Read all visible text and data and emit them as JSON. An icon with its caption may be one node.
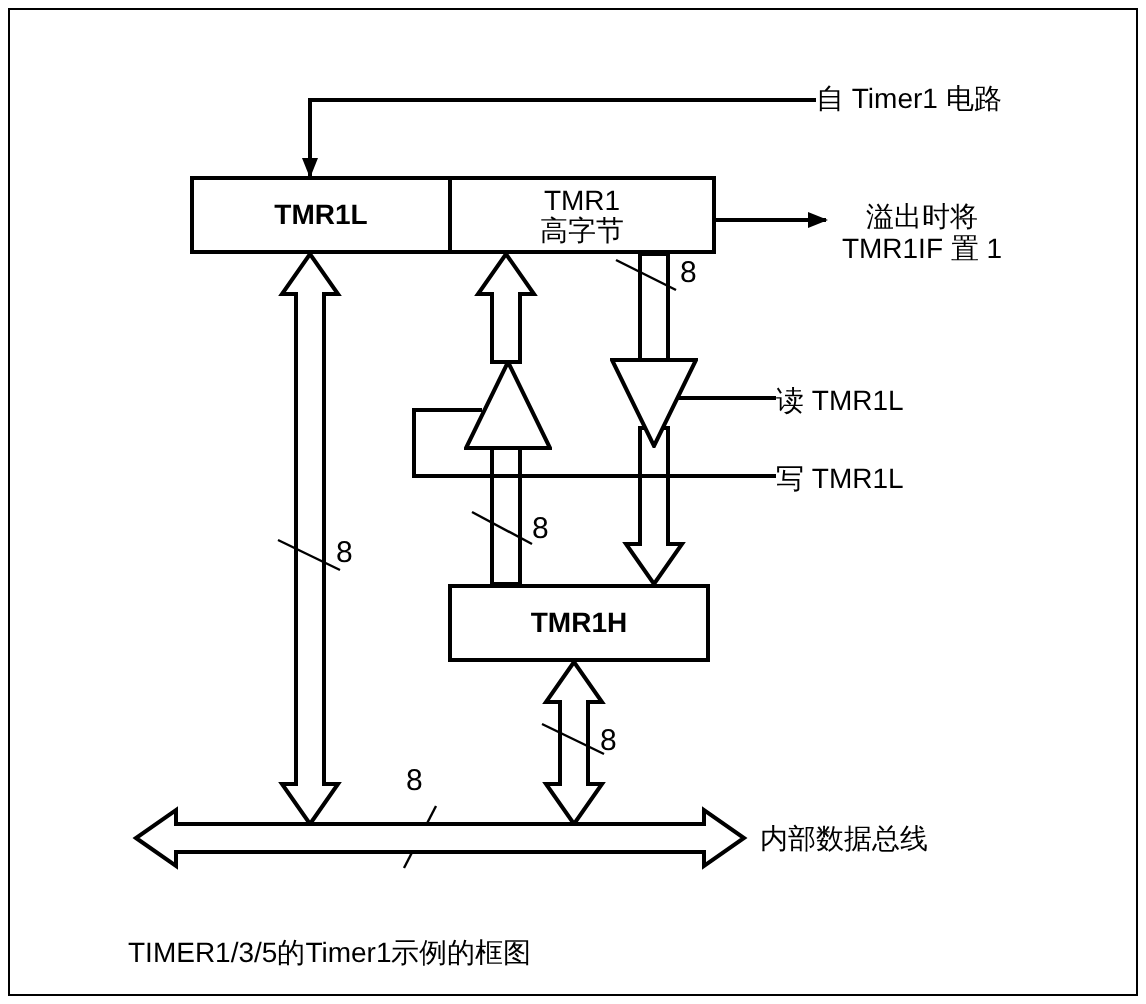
{
  "diagram": {
    "caption": "TIMER1/3/5的Timer1示例的框图",
    "nodes": [
      {
        "text": [
          "TMR1L"
        ]
      },
      {
        "text": [
          "TMR1 高字节"
        ]
      },
      {
        "text": [
          "自 Timer1 电路"
        ]
      },
      {
        "text": [
          "溢出时将 TMR1IF 置 1"
        ]
      },
      {
        "text": [
          "TMR1H"
        ]
      },
      {
        "text": [],
        "shape": "bar",
        "beside": [
          "内部数据总线"
        ]
      },
      {
        "text": [],
        "shape": "triangle"
      },
      {
        "text": [],
        "shape": "triangle"
      },
      {
        "text": [
          "读 TMR1L"
        ]
      },
      {
        "text": [
          "写 TMR1L"
        ]
      }
    ],
    "edges": [
      {
        "from": 5,
        "to": 0,
        "arrow": "both",
        "style": "thick",
        "label": "8"
      },
      {
        "from": 6,
        "to": 1,
        "arrow": "to",
        "style": "thick"
      },
      {
        "from": 4,
        "to": 6,
        "arrow": "none",
        "style": "thick",
        "label": "8"
      },
      {
        "from": 1,
        "to": 7,
        "arrow": "none",
        "style": "thick",
        "label": "8"
      },
      {
        "from": 7,
        "to": 4,
        "arrow": "to",
        "style": "thick"
      },
      {
        "from": 4,
        "to": 5,
        "arrow": "both",
        "style": "thick",
        "label": "8"
      },
      {
        "from": 2,
        "to": 0,
        "arrow": "to"
      },
      {
        "from": 1,
        "to": 3,
        "arrow": "to"
      },
      {
        "from": 8,
        "to": 7,
        "arrow": "none"
      },
      {
        "from": 9,
        "to": 6,
        "arrow": "none"
      }
    ],
    "labels": [
      "8"
    ]
  }
}
